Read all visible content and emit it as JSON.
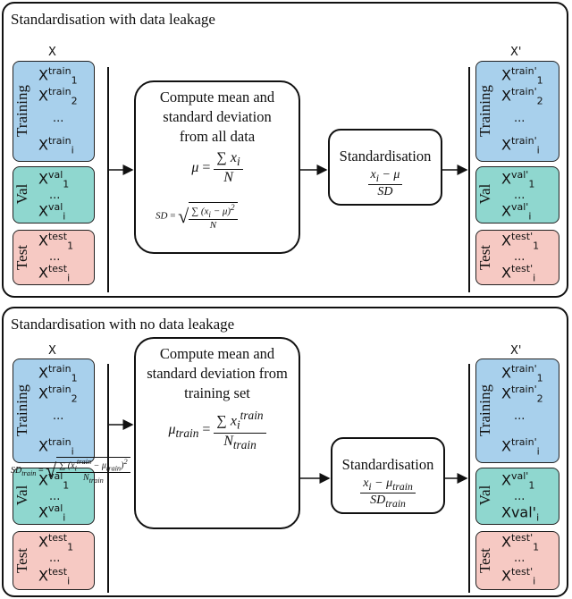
{
  "top": {
    "title": "Standardisation with data leakage",
    "col_x": "X",
    "col_xprime": "X'",
    "sets_left": {
      "training": {
        "label": "Training",
        "items": [
          [
            "X",
            "train",
            "1"
          ],
          [
            "X",
            "train",
            "2"
          ],
          [
            "",
            "",
            ""
          ],
          [
            "X",
            "train",
            "i"
          ]
        ],
        "dots": "..."
      },
      "val": {
        "label": "Val",
        "items": [
          [
            "X",
            "val",
            "1"
          ],
          [
            "X",
            "val",
            "i"
          ]
        ],
        "dots": "..."
      },
      "test": {
        "label": "Test",
        "items": [
          [
            "X",
            "test",
            "1"
          ],
          [
            "X",
            "test",
            "i"
          ]
        ],
        "dots": "..."
      }
    },
    "sets_right": {
      "training": {
        "label": "Training",
        "items": [
          [
            "X",
            "train'",
            "1"
          ],
          [
            "X",
            "train'",
            "2"
          ],
          [
            "X",
            "train'",
            "i"
          ]
        ],
        "dots": "..."
      },
      "val": {
        "label": "Val",
        "items": [
          [
            "X",
            "val'",
            "1"
          ],
          [
            "X",
            "val'",
            "i"
          ]
        ],
        "dots": "..."
      },
      "test": {
        "label": "Test",
        "items": [
          [
            "X",
            "test'",
            "1"
          ],
          [
            "X",
            "test'",
            "i"
          ]
        ],
        "dots": "..."
      }
    },
    "compute_box": {
      "line1": "Compute mean and",
      "line2": "standard deviation",
      "line3": "from all data"
    },
    "standardisation_box": {
      "title": "Standardisation"
    }
  },
  "bottom": {
    "title": "Standardisation with no data leakage",
    "col_x": "X",
    "col_xprime": "X'",
    "sets_left": {
      "training": {
        "label": "Training",
        "items": [
          [
            "X",
            "train",
            "1"
          ],
          [
            "X",
            "train",
            "2"
          ],
          [
            "X",
            "train",
            "i"
          ]
        ],
        "dots": "..."
      },
      "val": {
        "label": "Val",
        "items": [
          [
            "X",
            "val",
            "1"
          ],
          [
            "X",
            "val",
            "i"
          ]
        ],
        "dots": "..."
      },
      "test": {
        "label": "Test",
        "items": [
          [
            "X",
            "test",
            "1"
          ],
          [
            "X",
            "test",
            "i"
          ]
        ],
        "dots": "..."
      }
    },
    "sets_right": {
      "training": {
        "label": "Training",
        "items": [
          [
            "X",
            "train'",
            "1"
          ],
          [
            "X",
            "train'",
            "2"
          ],
          [
            "X",
            "train'",
            "i"
          ]
        ],
        "dots": "..."
      },
      "val": {
        "label": "Val",
        "items": [
          [
            "X",
            "val'",
            "1"
          ],
          [
            "Xval'",
            "",
            "i"
          ]
        ],
        "dots": "..."
      },
      "test": {
        "label": "Test",
        "items": [
          [
            "X",
            "test'",
            "1"
          ],
          [
            "X",
            "test'",
            "i"
          ]
        ],
        "dots": "..."
      }
    },
    "compute_box": {
      "line1": "Compute mean and",
      "line2": "standard deviation from",
      "line3": "training set"
    },
    "standardisation_box": {
      "title": "Standardisation"
    }
  }
}
